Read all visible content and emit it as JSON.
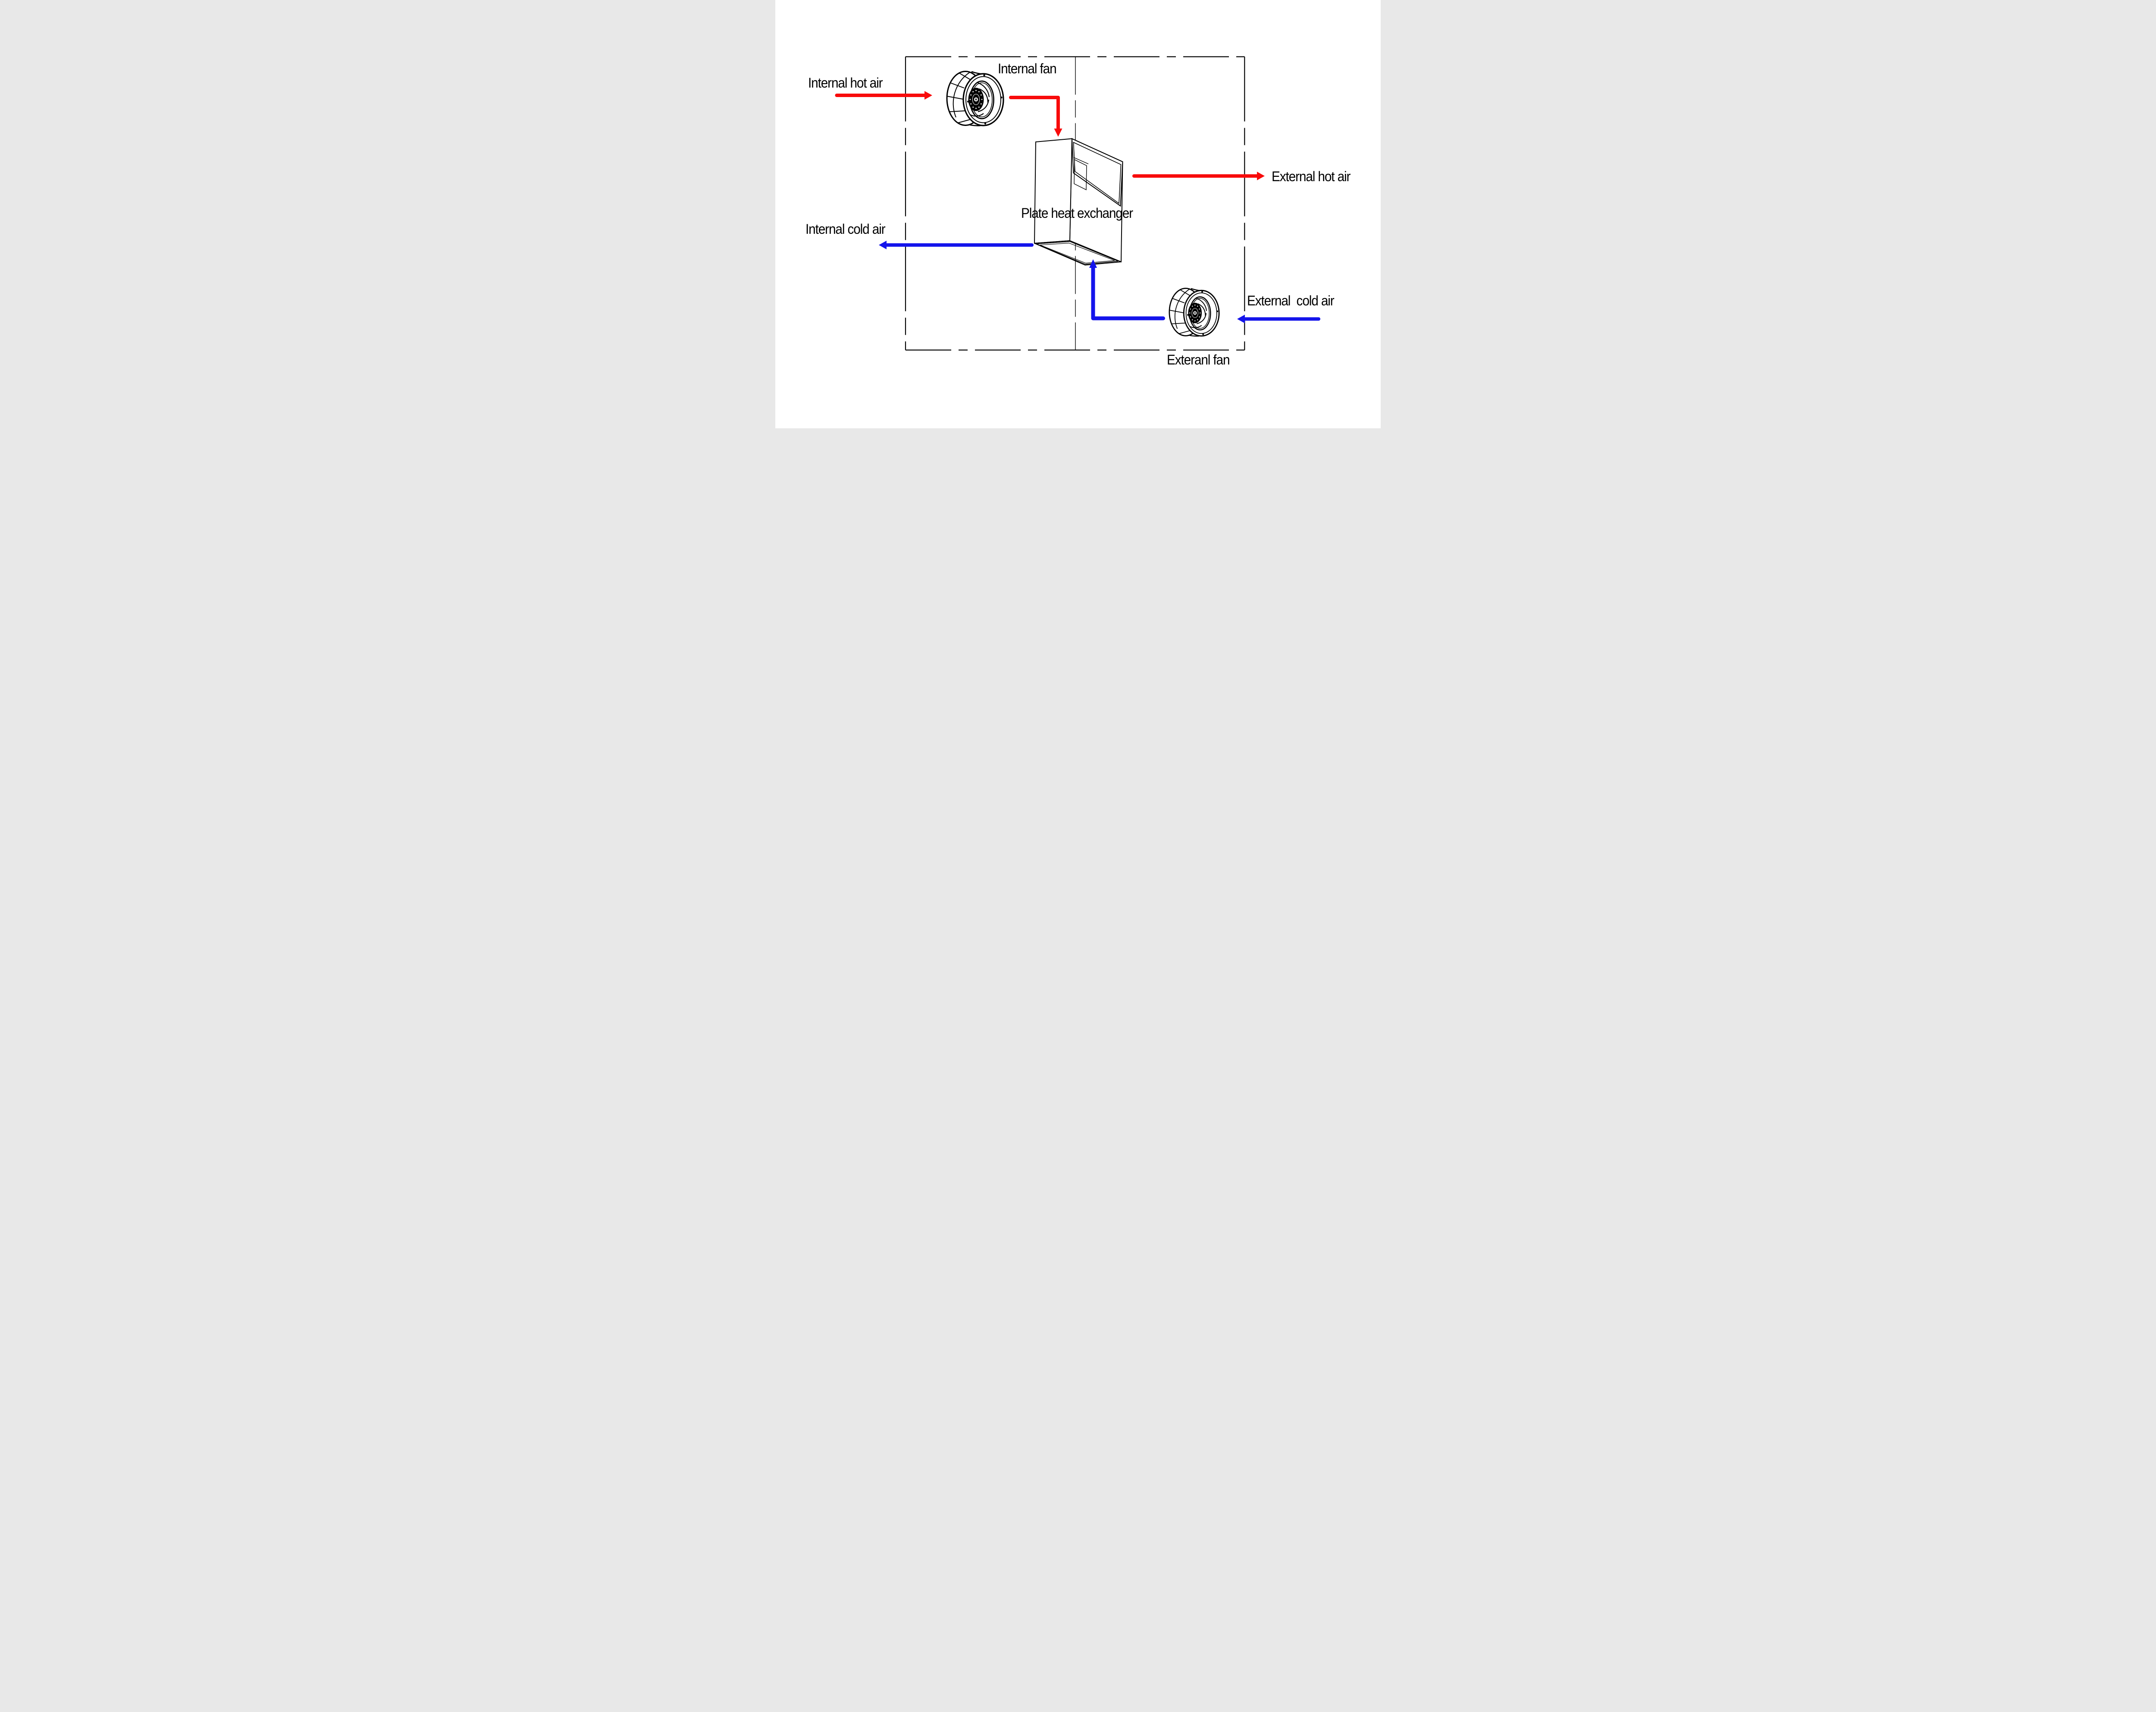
{
  "page": {
    "background": "#ffffff"
  },
  "colors": {
    "hot": "#f80b0b",
    "cold": "#1414eb",
    "line": "#000000"
  },
  "labels": {
    "internal_hot_air": "Internal hot air",
    "internal_fan": "Internal fan",
    "plate_heat_exchanger": "Plate heat exchanger",
    "external_hot_air": "External hot air",
    "internal_cold_air": "Internal cold air",
    "external_cold_air": "External  cold air",
    "exteranl_fan": "Exteranl fan"
  },
  "flows": [
    {
      "id": "internal-hot-air-arrow",
      "label": "Internal hot air",
      "color": "hot",
      "direction": "right, into enclosure toward internal fan"
    },
    {
      "id": "fan-to-exchanger-arrow",
      "label": "",
      "color": "hot",
      "direction": "right then down into heat exchanger top"
    },
    {
      "id": "external-hot-air-arrow",
      "label": "External hot air",
      "color": "hot",
      "direction": "right, out of enclosure"
    },
    {
      "id": "internal-cold-air-arrow",
      "label": "Internal cold air",
      "color": "cold",
      "direction": "left, out of enclosure"
    },
    {
      "id": "exchanger-inlet-arrow",
      "label": "",
      "color": "cold",
      "direction": "left then up into heat exchanger bottom"
    },
    {
      "id": "external-cold-air-arrow",
      "label": "External  cold air",
      "color": "cold",
      "direction": "left, toward external fan"
    }
  ]
}
